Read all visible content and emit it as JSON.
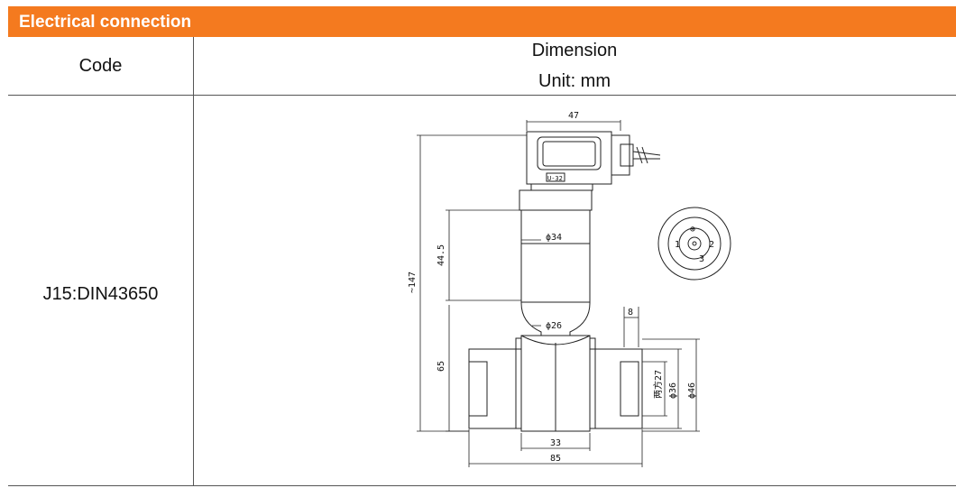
{
  "section": {
    "title": "Electrical connection"
  },
  "table": {
    "header": {
      "code": "Code",
      "dimension": "Dimension",
      "unit": "Unit: mm"
    },
    "row": {
      "code": "J15:DIN43650"
    }
  },
  "drawing": {
    "dim_47": "47",
    "dim_147": "~147",
    "dim_44_5": "44.5",
    "dim_phi34": "ϕ34",
    "dim_phi26": "ϕ26",
    "dim_65": "65",
    "dim_8": "8",
    "dim_two_side_27": "两方27",
    "dim_phi36": "ϕ36",
    "dim_phi46": "ϕ46",
    "dim_33": "33",
    "dim_85": "85",
    "plug_label": "U-32",
    "pin_1": "1",
    "pin_2": "2",
    "pin_3": "3",
    "ground_mark": "⊕"
  },
  "colors": {
    "header_bar": "#f47a1f",
    "header_text": "#ffffff",
    "lines": "#555555"
  }
}
